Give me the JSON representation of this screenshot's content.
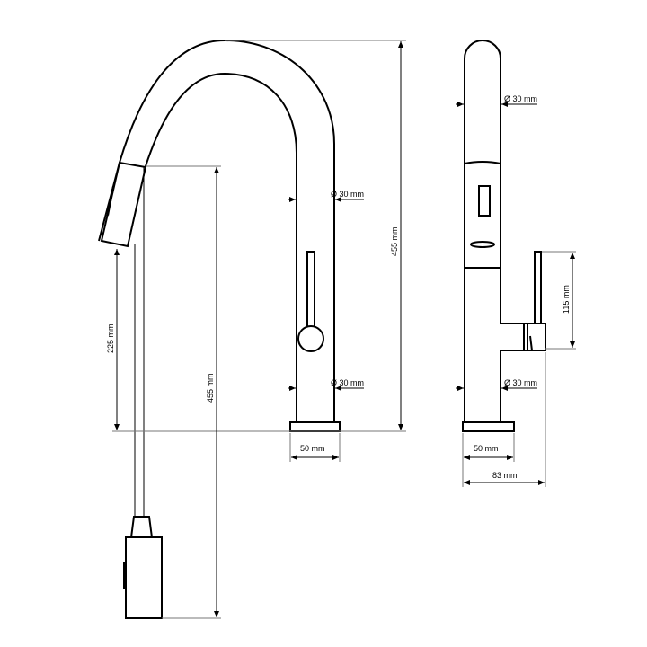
{
  "dimensions": {
    "front_height_total": "455 mm",
    "front_hose_length": "455 mm",
    "front_spout_clearance": "225 mm",
    "front_tube_diameter_upper": "Ø 30 mm",
    "front_tube_diameter_lower": "Ø 30 mm",
    "front_base_width": "50 mm",
    "side_tube_diameter_upper": "Ø 30 mm",
    "side_tube_diameter_lower": "Ø 30 mm",
    "side_handle_height": "115 mm",
    "side_base_width": "50 mm",
    "side_depth": "83 mm"
  }
}
